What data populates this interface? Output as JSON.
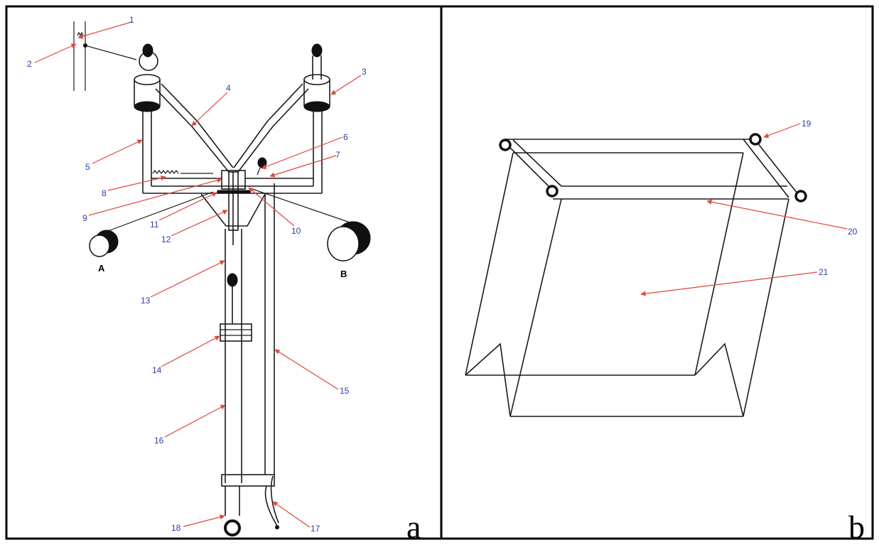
{
  "panels": [
    {
      "id": "a",
      "letter": "a",
      "end_labels": [
        "A",
        "B"
      ],
      "callouts": [
        "1",
        "2",
        "3",
        "4",
        "5",
        "6",
        "7",
        "8",
        "9",
        "10",
        "11",
        "12",
        "13",
        "14",
        "15",
        "16",
        "17",
        "18"
      ]
    },
    {
      "id": "b",
      "letter": "b",
      "callouts": [
        "19",
        "20",
        "21"
      ]
    }
  ],
  "colors": {
    "callout_text": "#2f3bb3",
    "leader_line": "#e0463a",
    "drawing": "#1a1a1a",
    "frame": "#000000"
  }
}
